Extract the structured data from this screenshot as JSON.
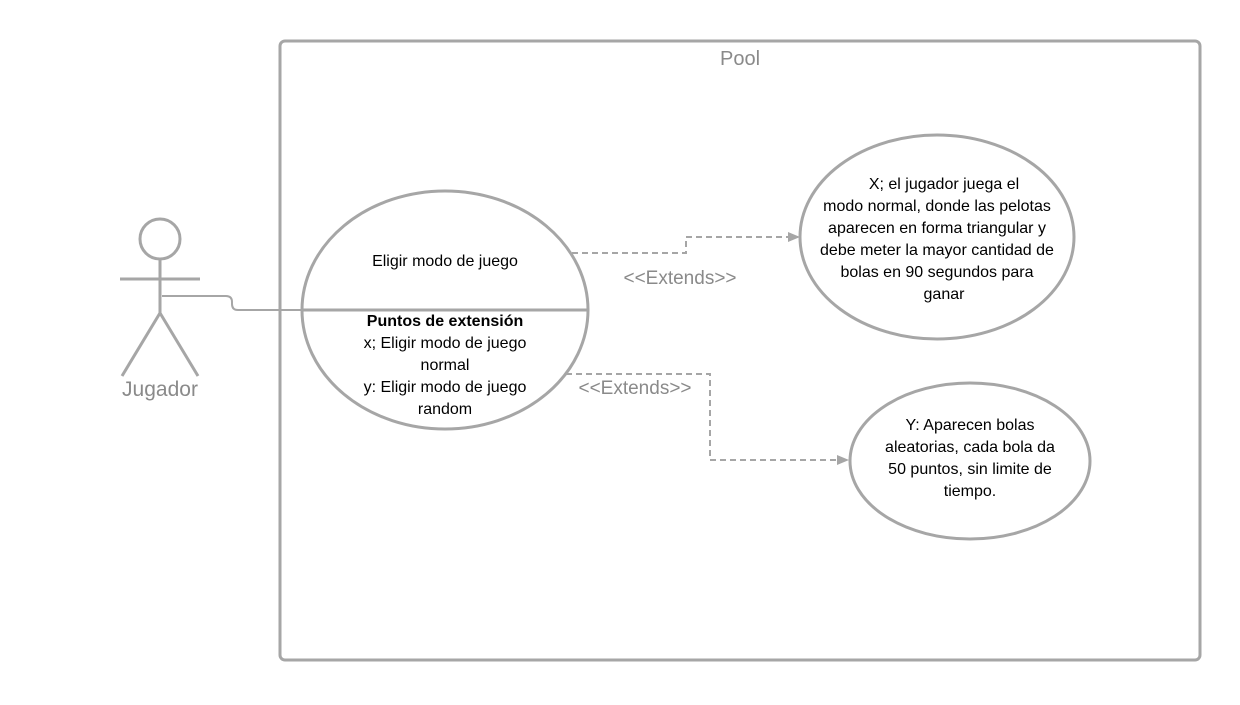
{
  "system": {
    "title": "Pool"
  },
  "actor": {
    "name": "Jugador"
  },
  "use_cases": {
    "main": {
      "name": "Eligir modo de juego",
      "ext_heading": "Puntos de extensión",
      "ext_lines": [
        "x; Eligir modo de juego",
        "normal",
        "y: Eligir modo de juego",
        "random"
      ]
    },
    "mode_x": {
      "lines": [
        "X; el jugador juega el",
        "modo normal, donde las pelotas",
        "aparecen en forma triangular y",
        "debe meter la mayor cantidad de",
        "bolas en 90 segundos para",
        "ganar"
      ]
    },
    "mode_y": {
      "lines": [
        "Y: Aparecen bolas",
        "aleatorias, cada bola da",
        "50 puntos, sin limite de",
        "tiempo."
      ]
    }
  },
  "relations": {
    "extend_x": {
      "label": "<<Extends>>"
    },
    "extend_y": {
      "label": "<<Extends>>"
    }
  },
  "colors": {
    "stroke": "#a6a6a6",
    "label": "#8a8a8a",
    "text": "#000000",
    "background": "#ffffff"
  }
}
